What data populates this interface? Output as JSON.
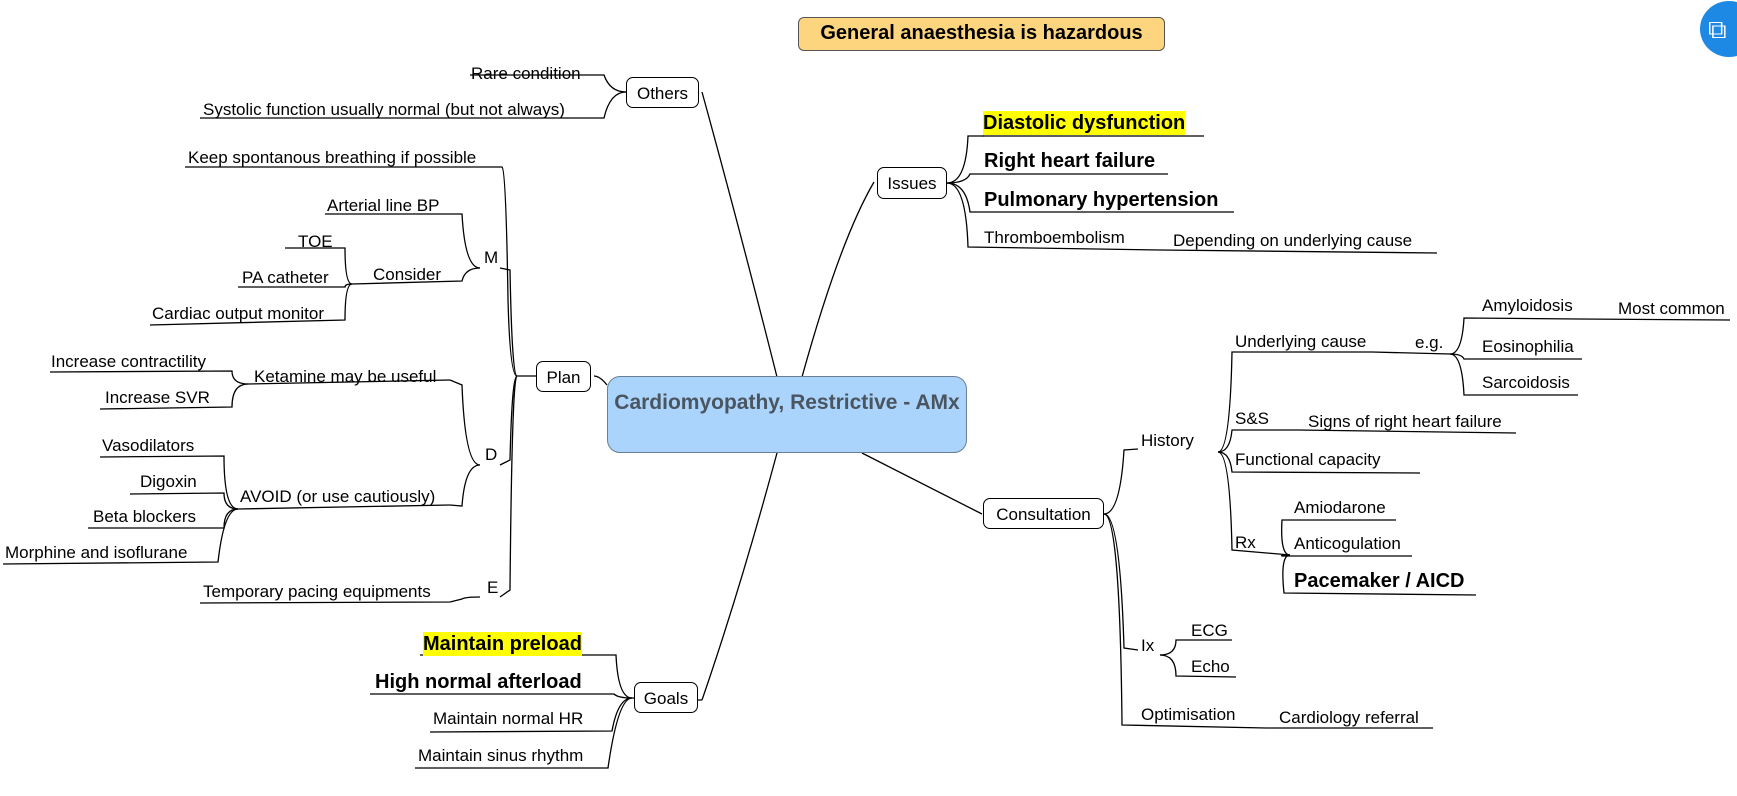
{
  "central": {
    "title": "Cardiomyopathy, Restrictive - AMx"
  },
  "callout": "General anaesthesia is hazardous",
  "icons": {
    "corner": "expand-icon"
  },
  "others": {
    "label": "Others",
    "items": [
      "Rare condition",
      "Systolic function usually normal (but not always)"
    ]
  },
  "issues": {
    "label": "Issues",
    "diastolic": "Diastolic dysfunction",
    "rhf": "Right heart failure",
    "ph": "Pulmonary hypertension",
    "thrombo": "Thromboembolism",
    "thrombo_note": "Depending on underlying cause"
  },
  "plan": {
    "label": "Plan",
    "keep": "Keep spontanous breathing if possible",
    "m": "M",
    "art": "Arterial line BP",
    "consider": "Consider",
    "toe": "TOE",
    "pa": "PA catheter",
    "co": "Cardiac output monitor",
    "d": "D",
    "ketamine": "Ketamine may be useful",
    "inc_contr": "Increase contractility",
    "inc_svr": "Increase SVR",
    "avoid": "AVOID (or use cautiously)",
    "vaso": "Vasodilators",
    "digoxin": "Digoxin",
    "beta": "Beta blockers",
    "morph": "Morphine and isoflurane",
    "e": "E",
    "pacing": "Temporary pacing equipments"
  },
  "goals": {
    "label": "Goals",
    "preload": "Maintain preload",
    "afterload": "High normal afterload",
    "hr": "Maintain normal HR",
    "sinus": "Maintain sinus rhythm"
  },
  "consultation": {
    "label": "Consultation",
    "history": "History",
    "underlying": "Underlying cause",
    "eg": "e.g.",
    "amyloid": "Amyloidosis",
    "most_common": "Most common",
    "eosin": "Eosinophilia",
    "sarc": "Sarcoidosis",
    "ss": "S&S",
    "signs": "Signs of right heart failure",
    "func": "Functional capacity",
    "rx": "Rx",
    "amio": "Amiodarone",
    "anticoag": "Anticogulation",
    "pacemaker": "Pacemaker / AICD",
    "ix": "Ix",
    "ecg": "ECG",
    "echo": "Echo",
    "optim": "Optimisation",
    "cardio": "Cardiology referral"
  },
  "colors": {
    "central_fill": "#aad4fb",
    "callout_fill": "#fdd57e",
    "highlight": "#ffff00"
  }
}
